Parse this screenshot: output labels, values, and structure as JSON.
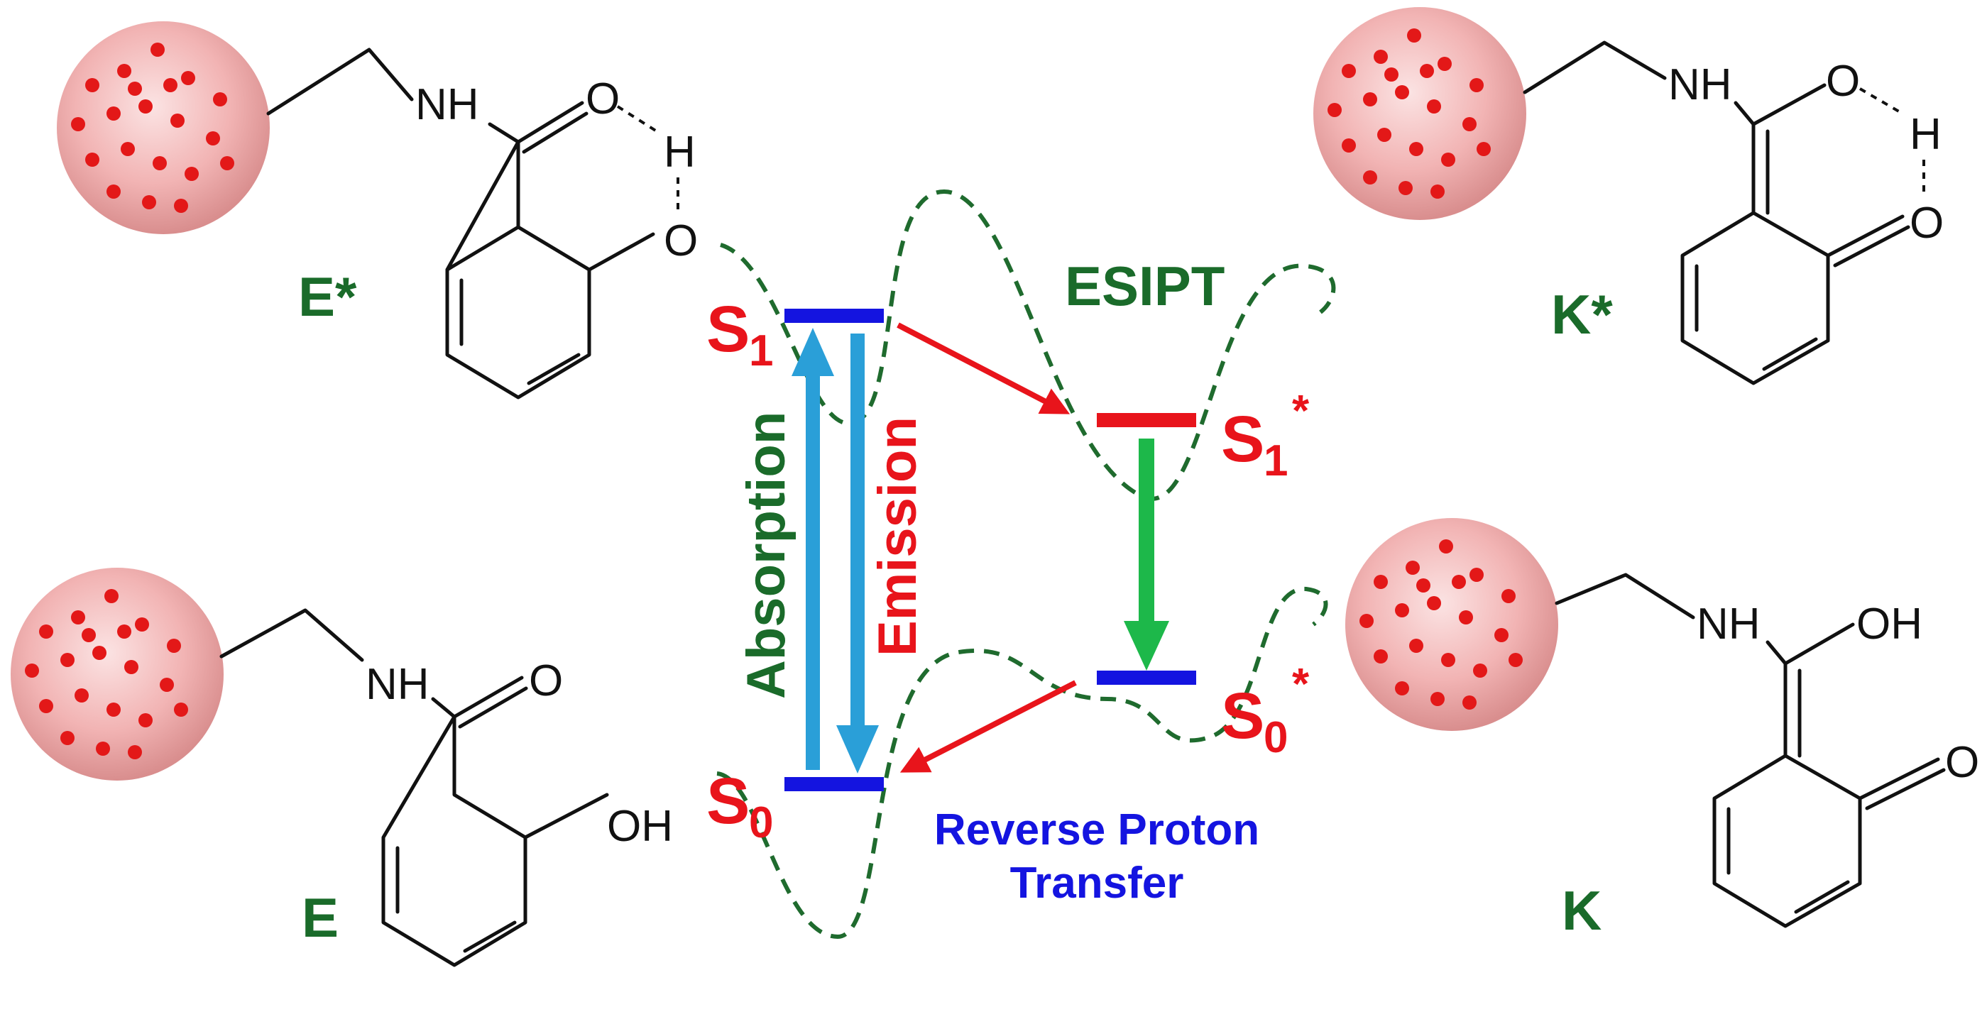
{
  "molecules": [
    {
      "id": "e-star",
      "label": "E*",
      "nh": "NH",
      "o_top": "O",
      "h": "H",
      "o_ring": "O"
    },
    {
      "id": "e",
      "label": "E",
      "nh": "NH",
      "o_top": "O",
      "oh": "OH"
    },
    {
      "id": "k-star",
      "label": "K*",
      "nh": "NH",
      "o_top": "O",
      "h": "H",
      "o_ring": "O"
    },
    {
      "id": "k",
      "label": "K",
      "nh": "NH",
      "oh": "OH",
      "o_ring": "O"
    }
  ],
  "energy_levels": {
    "s1": {
      "main": "S",
      "sub": "1",
      "sup": ""
    },
    "s0": {
      "main": "S",
      "sub": "0",
      "sup": ""
    },
    "s1_star": {
      "main": "S",
      "sub": "1",
      "sup": "*"
    },
    "s0_star": {
      "main": "S",
      "sub": "0",
      "sup": "*"
    }
  },
  "processes": {
    "esipt": "ESIPT",
    "absorption": "Absorption",
    "emission": "Emission",
    "reverse_line1": "Reverse Proton",
    "reverse_line2": "Transfer"
  },
  "colors": {
    "label_green": "#1a6b2a",
    "level_red": "#e8141b",
    "level_blue": "#1414e0",
    "arrow_lightblue": "#2a9fd8",
    "arrow_green": "#1db84a",
    "sphere": "#f2b4b4",
    "dots": "#e31818"
  }
}
